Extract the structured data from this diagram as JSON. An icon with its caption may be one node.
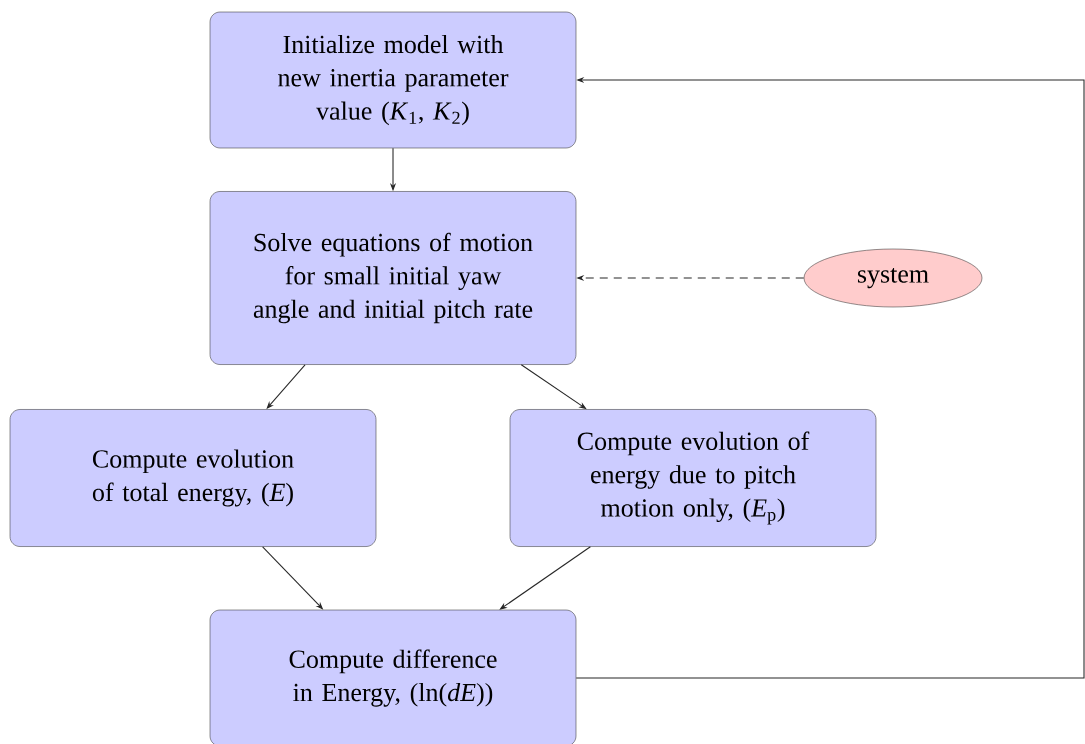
{
  "diagram": {
    "nodes": [
      {
        "text": [
          "Initialize model with new inertia parameter value (*K*$_{1}$, *K*$_{2}$)"
        ]
      },
      {
        "text": [
          "Solve equations of motion for small initial yaw angle and initial pitch rate"
        ]
      },
      {
        "text": [
          "Compute evolution of total energy, (*E*)"
        ]
      },
      {
        "text": [
          "Compute evolution of energy due to pitch motion only, (*E*$_{p}$)"
        ]
      },
      {
        "text": [
          "Compute difference in Energy, (ln(*dE*))"
        ]
      },
      {
        "text": [
          "system"
        ]
      }
    ],
    "edges": [
      {
        "from": 0,
        "to": 1,
        "arrow": "to"
      },
      {
        "from": 1,
        "to": 2,
        "arrow": "to"
      },
      {
        "from": 1,
        "to": 3,
        "arrow": "to"
      },
      {
        "from": 2,
        "to": 4,
        "arrow": "to"
      },
      {
        "from": 3,
        "to": 4,
        "arrow": "to"
      },
      {
        "from": 5,
        "to": 1,
        "arrow": "to",
        "style": "dashed"
      },
      {
        "from": 4,
        "to": 0,
        "arrow": "to"
      }
    ]
  }
}
